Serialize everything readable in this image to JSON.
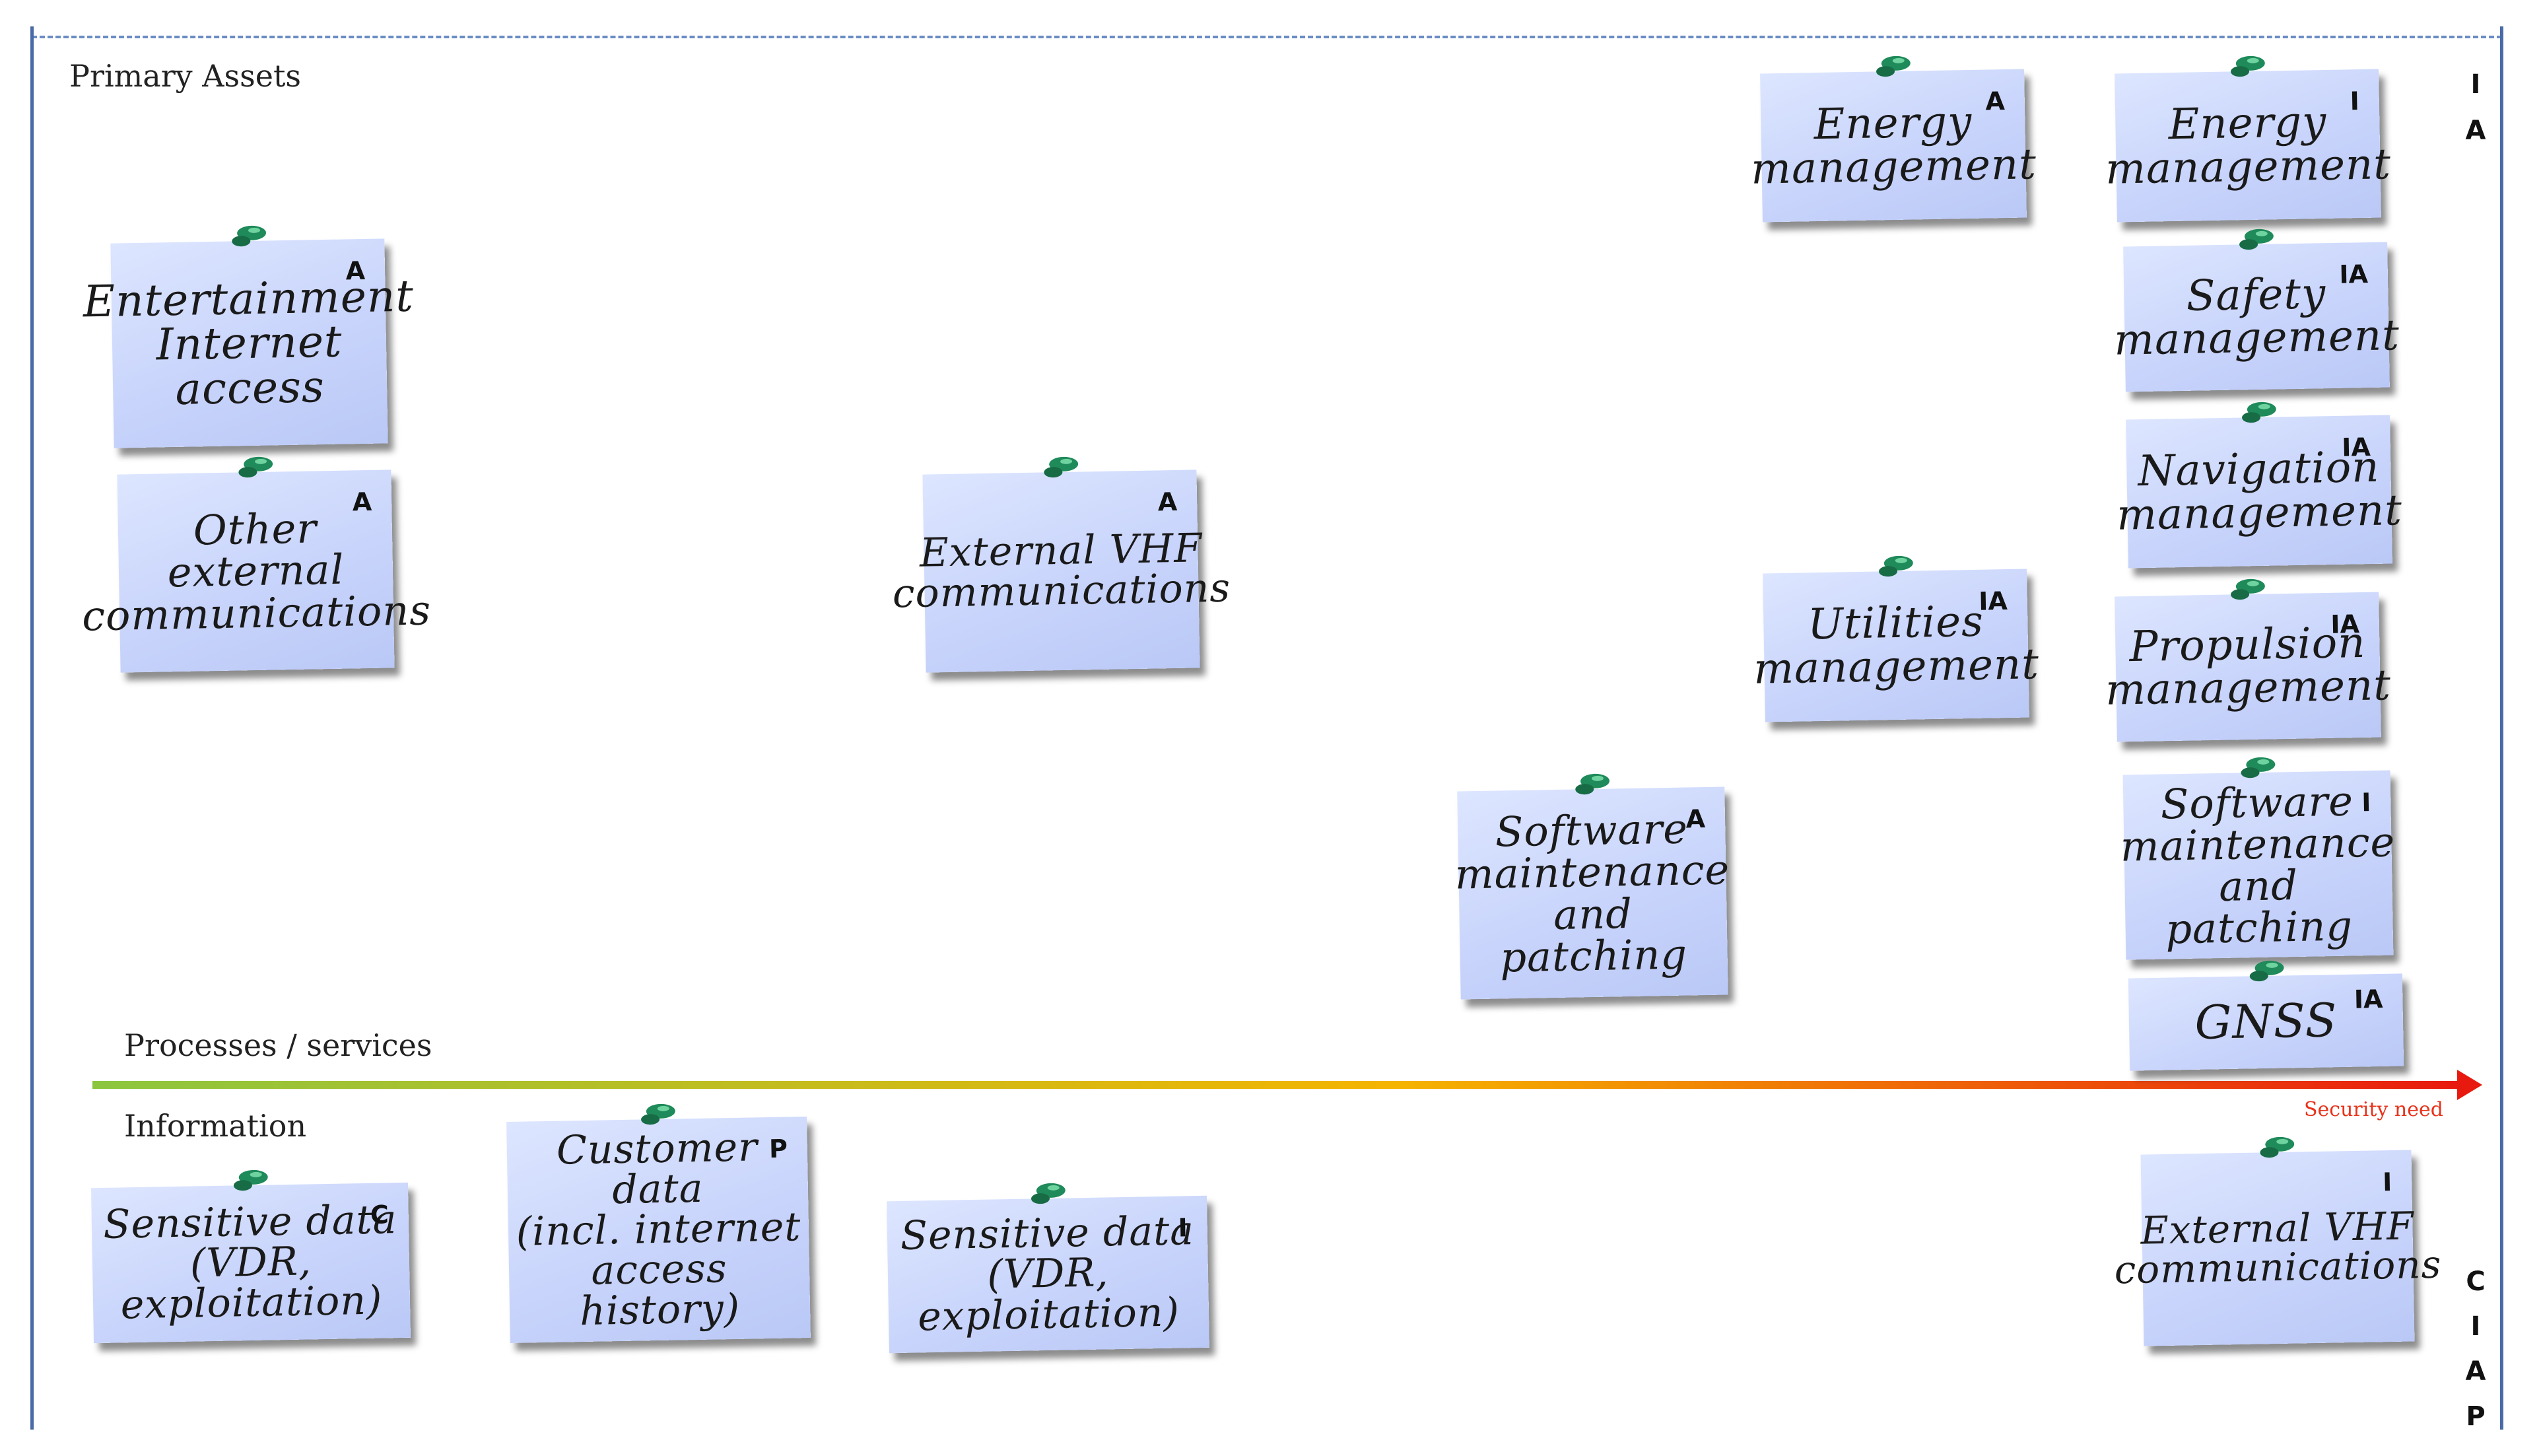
{
  "labels": {
    "primary_assets": "Primary Assets",
    "processes_services": "Processes / services",
    "information": "Information",
    "security_need": "Security need"
  },
  "right_axis_top": [
    "I",
    "A"
  ],
  "right_axis_bottom": [
    "C",
    "I",
    "A",
    "P"
  ],
  "notes": [
    {
      "text": "Entertainment\nInternet\naccess",
      "tag": "A"
    },
    {
      "text": "Other\nexternal\ncommunications",
      "tag": "A"
    },
    {
      "text": "External VHF\ncommunications",
      "tag": "A"
    },
    {
      "text": "Energy\nmanagement",
      "tag": "A"
    },
    {
      "text": "Energy\nmanagement",
      "tag": "I"
    },
    {
      "text": "Safety\nmanagement",
      "tag": "IA"
    },
    {
      "text": "Navigation\nmanagement",
      "tag": "IA"
    },
    {
      "text": "Utilities\nmanagement",
      "tag": "IA"
    },
    {
      "text": "Propulsion\nmanagement",
      "tag": "IA"
    },
    {
      "text": "Software\nmaintenance\nand patching",
      "tag": "A"
    },
    {
      "text": "Software\nmaintenance\nand patching",
      "tag": "I"
    },
    {
      "text": "GNSS",
      "tag": "IA"
    },
    {
      "text": "Sensitive data\n(VDR, exploitation)",
      "tag": "C"
    },
    {
      "text": "Customer data\n(incl. internet\naccess history)",
      "tag": "P"
    },
    {
      "text": "Sensitive data\n(VDR, exploitation)",
      "tag": "I"
    },
    {
      "text": "External VHF\ncommunications",
      "tag": "I"
    }
  ],
  "colors": {
    "frame": "#4a6aa8",
    "note": "#c8d4fb",
    "pin": "#1f8a5a",
    "axis_start": "#8cc63f",
    "axis_mid": "#f5b400",
    "axis_end": "#e8190f",
    "security_need": "#e8321a"
  }
}
